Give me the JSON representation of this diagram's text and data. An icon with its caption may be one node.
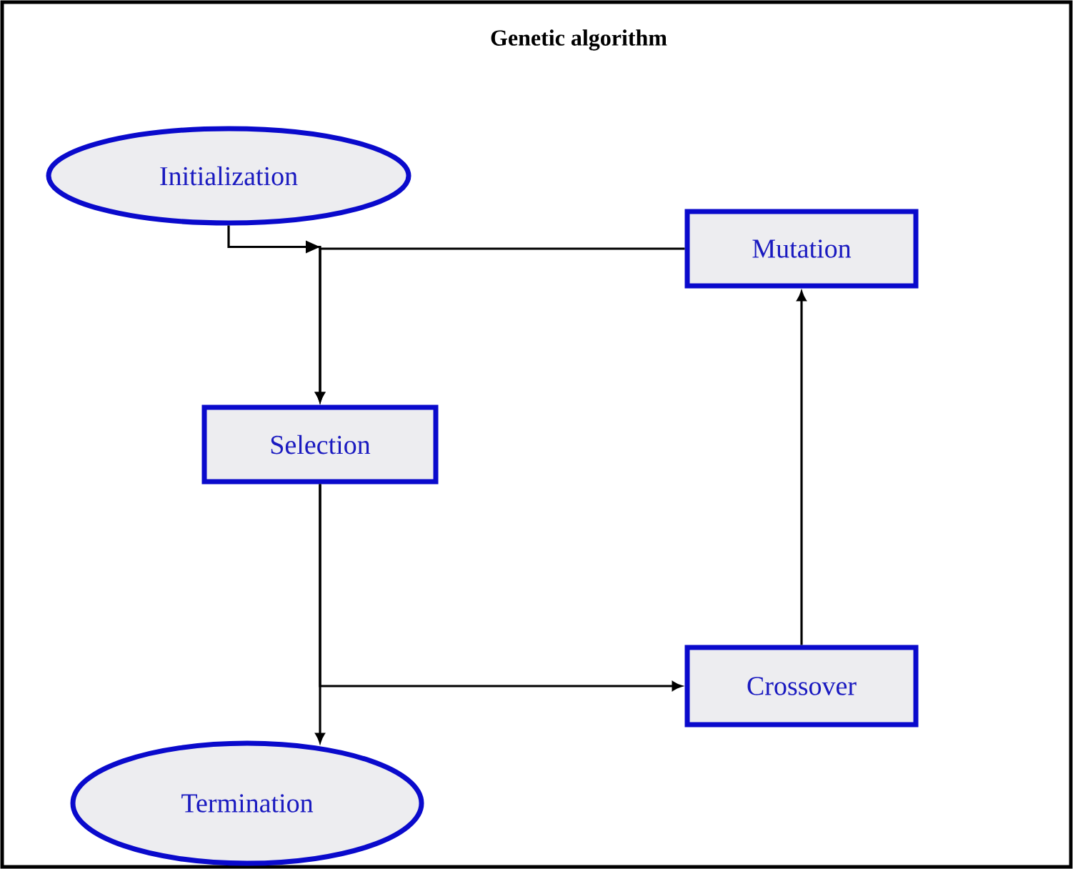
{
  "diagram": {
    "title": "Genetic algorithm",
    "nodes": [
      {
        "text": [
          "Initialization"
        ]
      },
      {
        "text": [
          "Mutation"
        ]
      },
      {
        "text": [
          "Selection"
        ]
      },
      {
        "text": [
          "Crossover"
        ]
      },
      {
        "text": [
          "Termination"
        ]
      }
    ],
    "edges": [
      {
        "from": 0,
        "to": 2,
        "arrow": "to"
      },
      {
        "from": 1,
        "to": 2,
        "arrow": "to"
      },
      {
        "from": 2,
        "to": 4,
        "arrow": "to"
      },
      {
        "from": 2,
        "to": 3,
        "arrow": "to"
      },
      {
        "from": 3,
        "to": 1,
        "arrow": "to"
      }
    ]
  }
}
